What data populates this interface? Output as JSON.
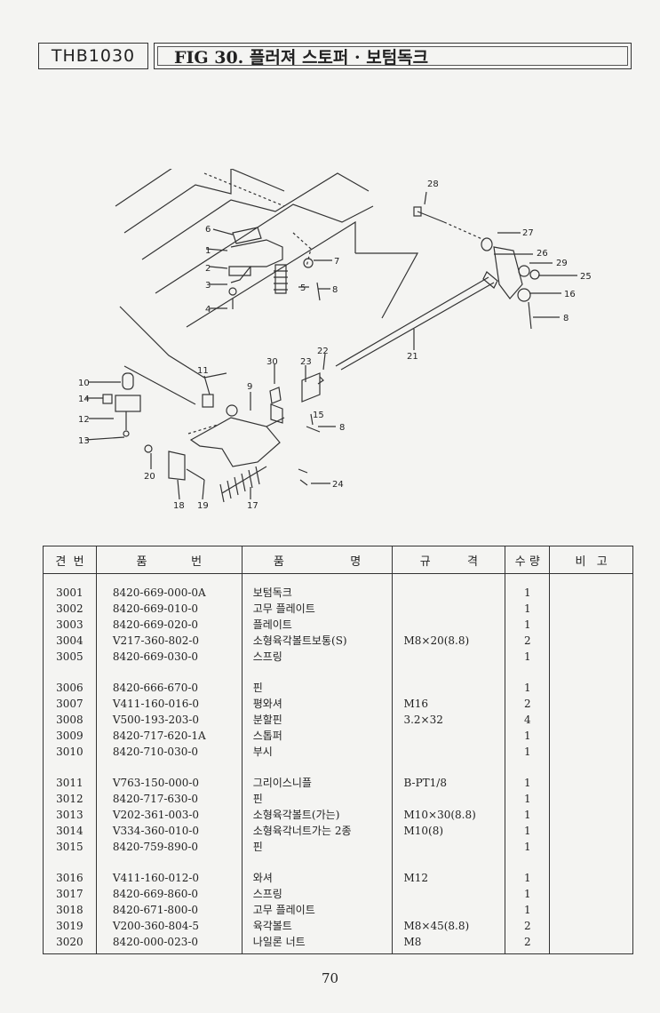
{
  "header": {
    "code": "THB1030",
    "title": "FIG 30. 플러져 스토퍼 · 보텀독크"
  },
  "diagram": {
    "callouts": [
      "1",
      "2",
      "3",
      "4",
      "5",
      "6",
      "7",
      "8",
      "10",
      "11",
      "12",
      "13",
      "14",
      "15",
      "16",
      "17",
      "18",
      "19",
      "20",
      "21",
      "22",
      "23",
      "24",
      "25",
      "26",
      "27",
      "28",
      "29",
      "30",
      "9",
      "8",
      "8"
    ]
  },
  "table": {
    "headers": [
      "견  번",
      "품            번",
      "품                  명",
      "규          격",
      "수 량",
      "비   고"
    ],
    "rows": [
      {
        "no": "3001",
        "part": "8420-669-000-0A",
        "name": "보텀독크",
        "spec": "",
        "qty": "1"
      },
      {
        "no": "3002",
        "part": "8420-669-010-0",
        "name": "고무 플레이트",
        "spec": "",
        "qty": "1"
      },
      {
        "no": "3003",
        "part": "8420-669-020-0",
        "name": "플레이트",
        "spec": "",
        "qty": "1"
      },
      {
        "no": "3004",
        "part": "V217-360-802-0",
        "name": "소형육각볼트보통(S)",
        "spec": "M8×20(8.8)",
        "qty": "2"
      },
      {
        "no": "3005",
        "part": "8420-669-030-0",
        "name": "스프링",
        "spec": "",
        "qty": "1"
      },
      {
        "no": "3006",
        "part": "8420-666-670-0",
        "name": "핀",
        "spec": "",
        "qty": "1"
      },
      {
        "no": "3007",
        "part": "V411-160-016-0",
        "name": "평와셔",
        "spec": "M16",
        "qty": "2"
      },
      {
        "no": "3008",
        "part": "V500-193-203-0",
        "name": "분할핀",
        "spec": "3.2×32",
        "qty": "4"
      },
      {
        "no": "3009",
        "part": "8420-717-620-1A",
        "name": "스톱퍼",
        "spec": "",
        "qty": "1"
      },
      {
        "no": "3010",
        "part": "8420-710-030-0",
        "name": "부시",
        "spec": "",
        "qty": "1"
      },
      {
        "no": "3011",
        "part": "V763-150-000-0",
        "name": "그리이스니플",
        "spec": "B-PT1/8",
        "qty": "1"
      },
      {
        "no": "3012",
        "part": "8420-717-630-0",
        "name": "핀",
        "spec": "",
        "qty": "1"
      },
      {
        "no": "3013",
        "part": "V202-361-003-0",
        "name": "소형육각볼트(가는)",
        "spec": "M10×30(8.8)",
        "qty": "1"
      },
      {
        "no": "3014",
        "part": "V334-360-010-0",
        "name": "소형육각너트가는 2종",
        "spec": "M10(8)",
        "qty": "1"
      },
      {
        "no": "3015",
        "part": "8420-759-890-0",
        "name": "핀",
        "spec": "",
        "qty": "1"
      },
      {
        "no": "3016",
        "part": "V411-160-012-0",
        "name": "와셔",
        "spec": "M12",
        "qty": "1"
      },
      {
        "no": "3017",
        "part": "8420-669-860-0",
        "name": "스프링",
        "spec": "",
        "qty": "1"
      },
      {
        "no": "3018",
        "part": "8420-671-800-0",
        "name": "고무 플레이트",
        "spec": "",
        "qty": "1"
      },
      {
        "no": "3019",
        "part": "V200-360-804-5",
        "name": "육각볼트",
        "spec": "M8×45(8.8)",
        "qty": "2"
      },
      {
        "no": "3020",
        "part": "8420-000-023-0",
        "name": "나일론 너트",
        "spec": "M8",
        "qty": "2"
      }
    ]
  },
  "page_number": "70"
}
